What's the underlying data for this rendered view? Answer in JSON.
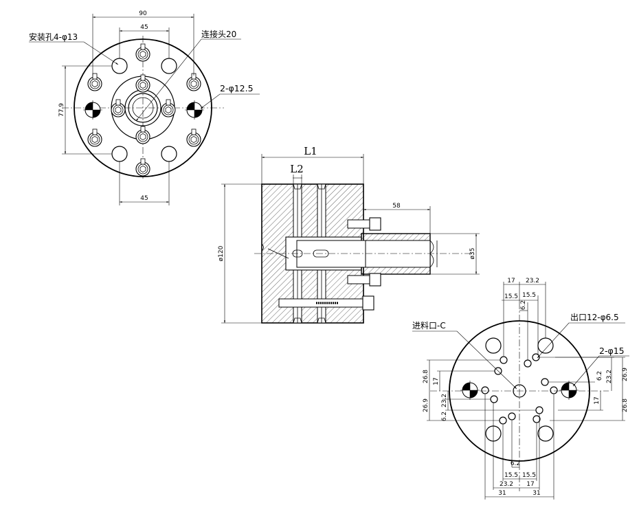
{
  "top_view": {
    "dim_90": "90",
    "dim_45_top": "45",
    "dim_45_bottom": "45",
    "dim_77_9": "77.9",
    "label_mount_holes": "安装孔4-φ13",
    "label_connector": "连接头20",
    "label_pin_holes": "2-φ12.5"
  },
  "side_view": {
    "dim_L1": "L1",
    "dim_L2": "L2",
    "dim_58": "58",
    "dim_phi120": "ø120",
    "dim_phi35": "ø35"
  },
  "bottom_view": {
    "label_inlet": "进料口-C",
    "label_outlet": "出口12-φ6.5",
    "label_pin_holes": "2-φ15",
    "top_dims": [
      "17",
      "23.2",
      "15.5",
      "15.5",
      "6.2"
    ],
    "bottom_dims": [
      "6.2",
      "15.5",
      "15.5",
      "23.2",
      "17",
      "31",
      "31"
    ],
    "left_dims": [
      "26.8",
      "17",
      "23.2",
      "26.9",
      "6.2"
    ],
    "right_dims": [
      "6.2",
      "23.2",
      "26.9",
      "17",
      "26.8"
    ]
  },
  "icons": {
    "center_mark": "quadrant-target-icon",
    "bolt": "socket-bolt-icon"
  }
}
